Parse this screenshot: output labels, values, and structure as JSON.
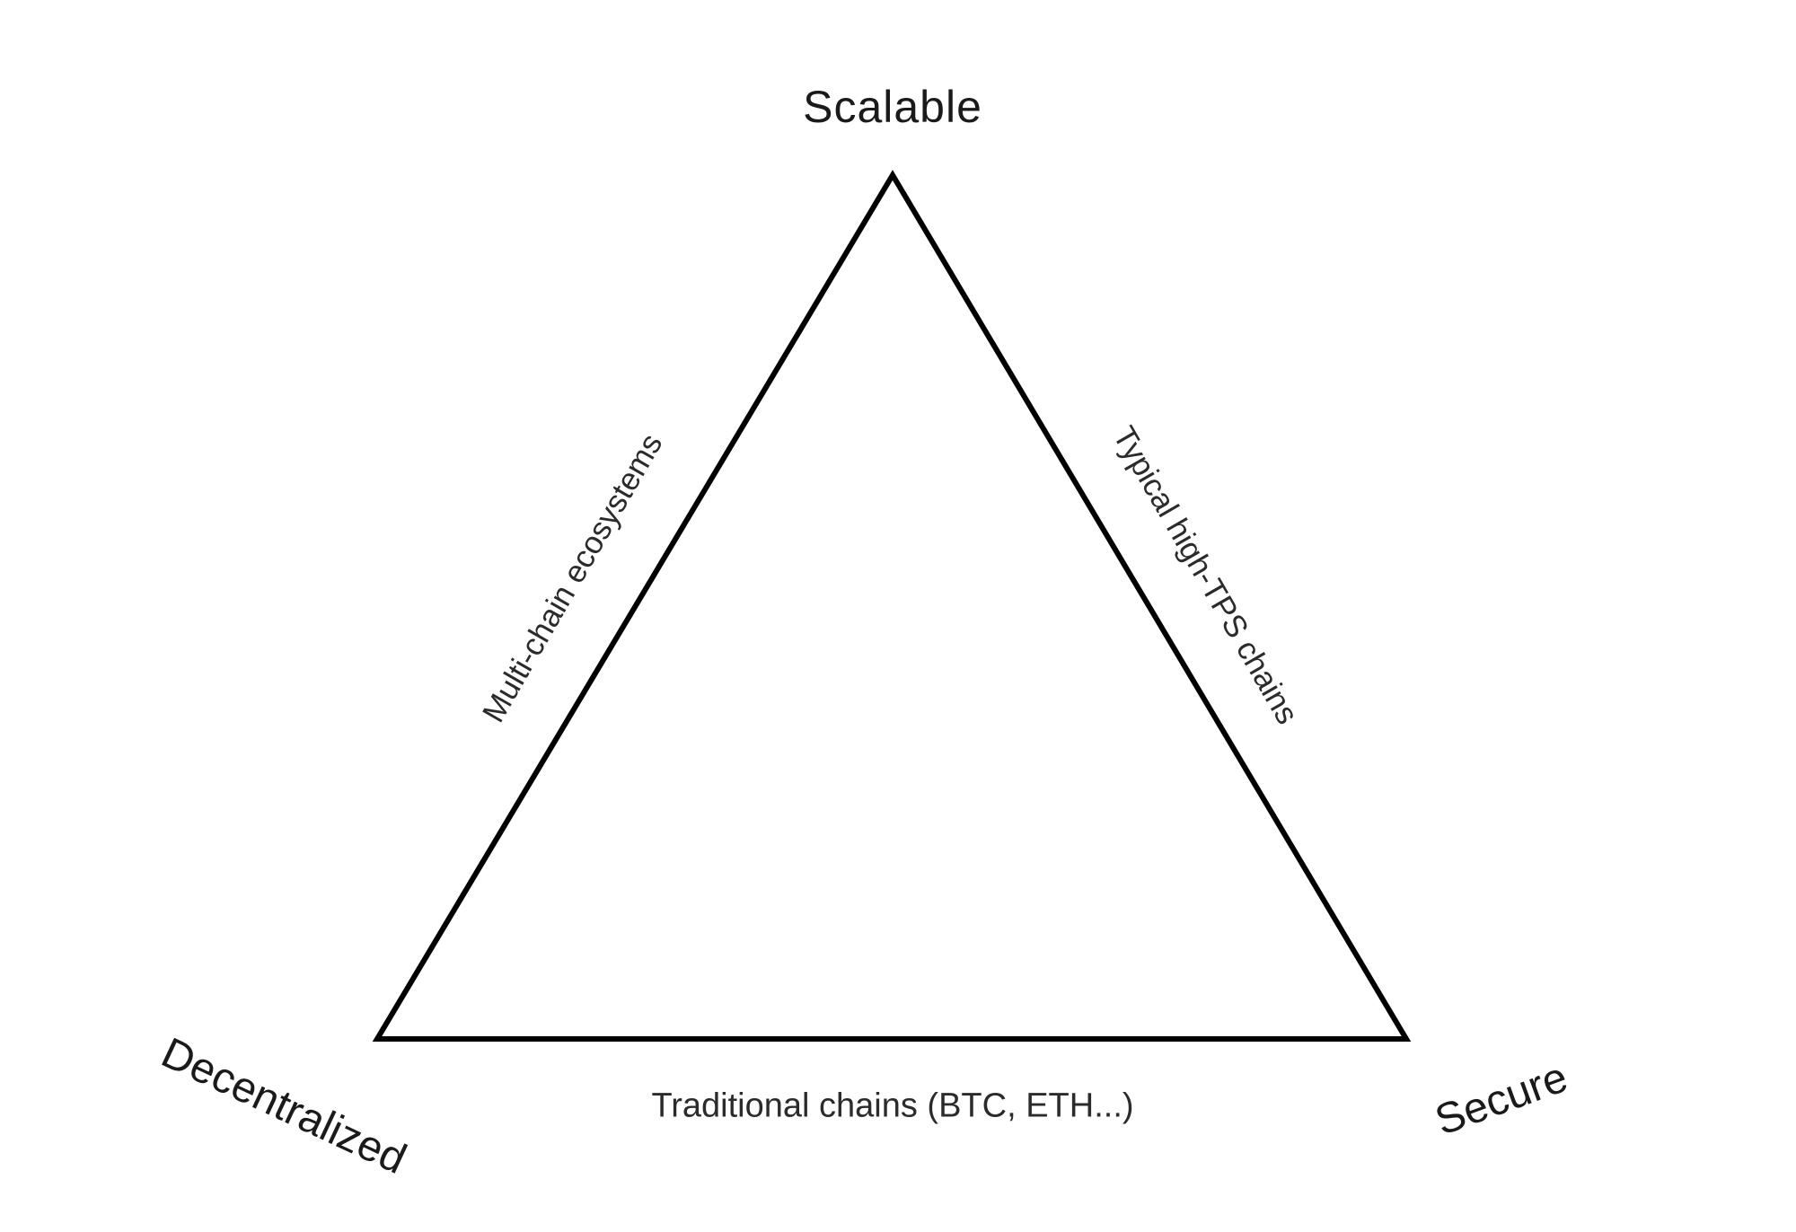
{
  "diagram": {
    "type": "triangle-trilemma",
    "vertices": {
      "top": "Scalable",
      "bottom_left": "Decentralized",
      "bottom_right": "Secure"
    },
    "edges": {
      "left": "Multi-chain ecosystems",
      "right": "Typical high-TPS chains",
      "bottom": "Traditional chains (BTC, ETH...)"
    },
    "colors": {
      "background": "#ffffff",
      "line": "#000000",
      "text": "#1a1a1a"
    }
  }
}
